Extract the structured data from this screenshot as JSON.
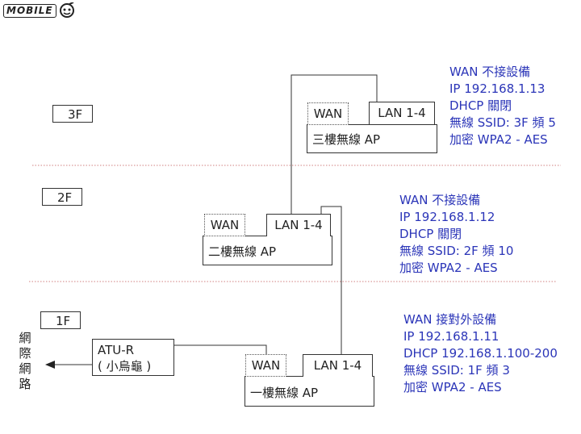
{
  "logo": {
    "text": "MOBILE"
  },
  "floors": {
    "f3": "3F",
    "f2": "2F",
    "f1": "1F"
  },
  "aps": {
    "f3": {
      "name": "三樓無線 AP",
      "wan": "WAN",
      "lan": "LAN 1-4"
    },
    "f2": {
      "name": "二樓無線 AP",
      "wan": "WAN",
      "lan": "LAN 1-4"
    },
    "f1": {
      "name": "一樓無線 AP",
      "wan": "WAN",
      "lan": "LAN 1-4"
    }
  },
  "info": {
    "f3": [
      "WAN 不接設備",
      "IP 192.168.1.13",
      "DHCP  關閉",
      "無線 SSID: 3F  頻 5",
      "加密 WPA2 - AES"
    ],
    "f2": [
      "WAN 不接設備",
      "IP 192.168.1.12",
      "DHCP  關閉",
      "無線 SSID: 2F   頻 10",
      "加密  WPA2 - AES"
    ],
    "f1": [
      "WAN 接對外設備",
      "IP 192.168.1.11",
      "DHCP 192.168.1.100-200",
      "無線 SSID: 1F   頻 3",
      "加密 WPA2 - AES"
    ]
  },
  "atu": {
    "line1": "ATU-R",
    "line2": "( 小烏龜 )"
  },
  "internet": [
    "網",
    "際",
    "網",
    "路"
  ],
  "colors": {
    "info_text": "#2b35b8",
    "divider": "#d08080",
    "line": "#333333"
  }
}
